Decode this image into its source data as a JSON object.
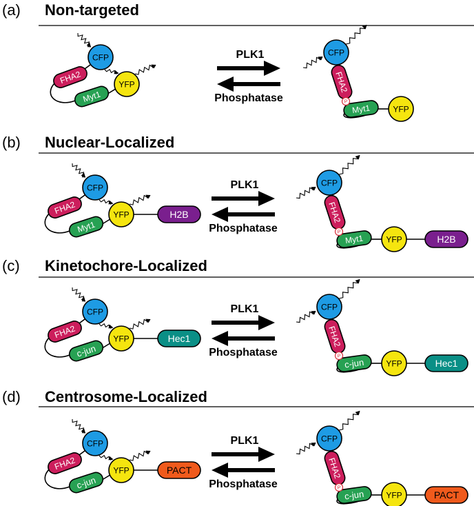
{
  "panels": [
    {
      "tag": "(a)",
      "title": "Non-targeted",
      "forward": "PLK1",
      "reverse": "Phosphatase",
      "linker": "Myt1",
      "anchor": null
    },
    {
      "tag": "(b)",
      "title": "Nuclear-Localized",
      "forward": "PLK1",
      "reverse": "Phosphatase",
      "linker": "Myt1",
      "anchor": "H2B"
    },
    {
      "tag": "(c)",
      "title": "Kinetochore-Localized",
      "forward": "PLK1",
      "reverse": "Phosphatase",
      "linker": "c-jun",
      "anchor": "Hec1"
    },
    {
      "tag": "(d)",
      "title": "Centrosome-Localized",
      "forward": "PLK1",
      "reverse": "Phosphatase",
      "linker": "c-jun",
      "anchor": "PACT"
    }
  ],
  "labels": {
    "donor": "CFP",
    "acceptor": "YFP",
    "domain": "FHA2",
    "phospho": "P"
  },
  "colors": {
    "cfp": "#1e9be4",
    "yfp": "#f5e50f",
    "fha2": "#cc1e5c",
    "linker": "#27a153",
    "H2B": "#7a1f8e",
    "Hec1": "#0a8f86",
    "PACT": "#f05a1c",
    "phospho": "#d8303c"
  }
}
